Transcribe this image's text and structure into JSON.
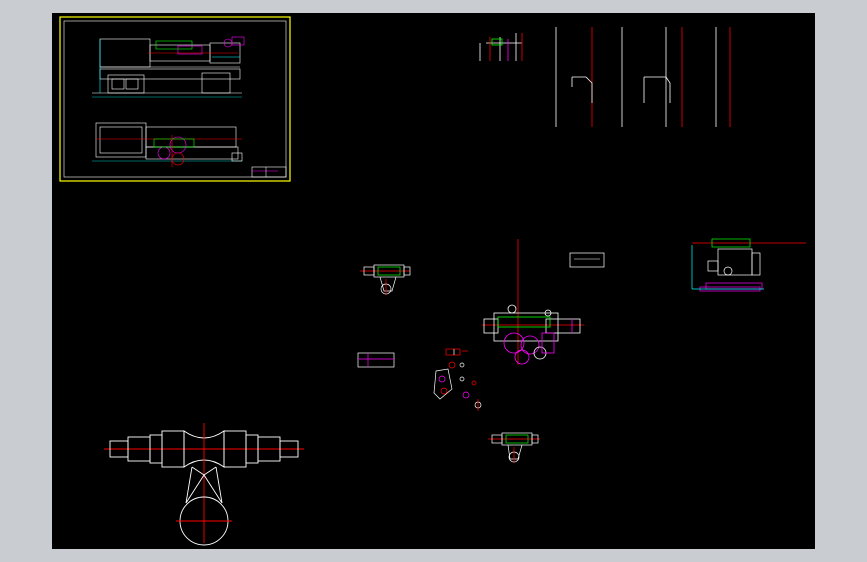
{
  "viewer": {
    "background": "#c9ccd1",
    "canvas_color": "#000000"
  },
  "colors": {
    "frame": "#ffff00",
    "line": "#ffffff",
    "center": "#ff0000",
    "part": "#ff00ff",
    "gear": "#00ff00",
    "dim": "#00ffff"
  },
  "drawings": [
    {
      "name": "assembly-sheet",
      "icon": "title-block-icon"
    },
    {
      "name": "side-elevation",
      "icon": "lathe-side-view-icon"
    },
    {
      "name": "plan-view",
      "icon": "lathe-plan-view-icon"
    },
    {
      "name": "spindle-section",
      "icon": "section-view-icon"
    },
    {
      "name": "gearbox-detail",
      "icon": "gearbox-icon"
    },
    {
      "name": "headstock-detail",
      "icon": "headstock-icon"
    },
    {
      "name": "shaft-large",
      "icon": "shaft-icon"
    },
    {
      "name": "parts-cluster",
      "icon": "parts-icon"
    }
  ]
}
